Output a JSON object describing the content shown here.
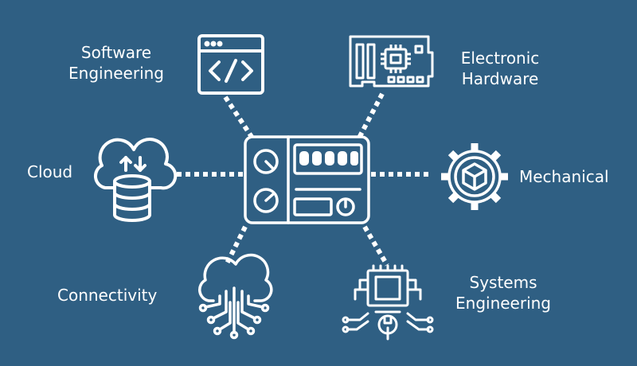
{
  "colors": {
    "background": "#2f5f83",
    "foreground": "#ffffff"
  },
  "center_node": {
    "icon": "control-panel-icon"
  },
  "nodes": {
    "software": {
      "label_lines": [
        "Software",
        "Engineering"
      ],
      "icon": "code-window-icon"
    },
    "electronic": {
      "label_lines": [
        "Electronic",
        "Hardware"
      ],
      "icon": "circuit-board-icon"
    },
    "cloud": {
      "label_lines": [
        "Cloud"
      ],
      "icon": "cloud-database-icon"
    },
    "mechanical": {
      "label_lines": [
        "Mechanical"
      ],
      "icon": "gear-cube-icon"
    },
    "connectivity": {
      "label_lines": [
        "Connectivity"
      ],
      "icon": "cloud-network-icon"
    },
    "systems": {
      "label_lines": [
        "Systems",
        "Engineering"
      ],
      "icon": "chip-wrench-icon"
    }
  }
}
